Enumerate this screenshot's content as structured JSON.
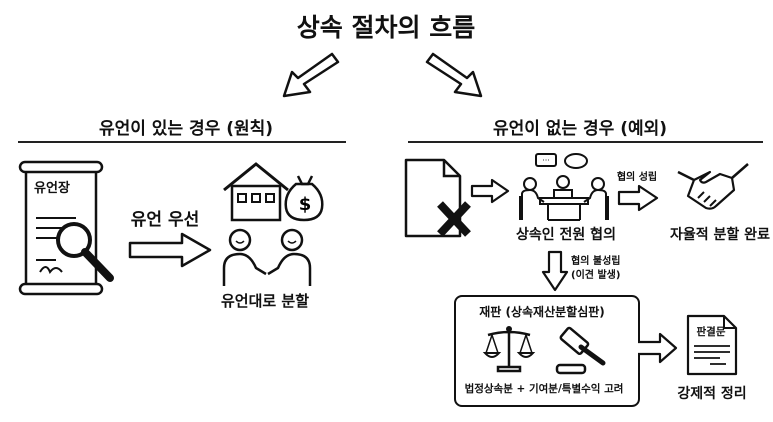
{
  "title": "상속 절차의 흐름",
  "left": {
    "heading": "유언이 있는 경우 (원칙)",
    "will_label": "유언장",
    "priority_label": "유언 우선",
    "result_label": "유언대로 분할"
  },
  "right": {
    "heading": "유언이 없는 경우 (예외)",
    "meeting_label": "상속인 전원 협의",
    "agreement_label": "협의 성립",
    "agreement_result": "자율적 분할 완료",
    "disagreement_label": "협의 불성립",
    "disagreement_sub": "(이견 발생)",
    "court_title": "재판 (상속재산분할심판)",
    "court_basis": "법정상속분 + 기여분/특별수익 고려",
    "judgment_doc": "판결문",
    "judgment_result": "강제적 정리"
  }
}
